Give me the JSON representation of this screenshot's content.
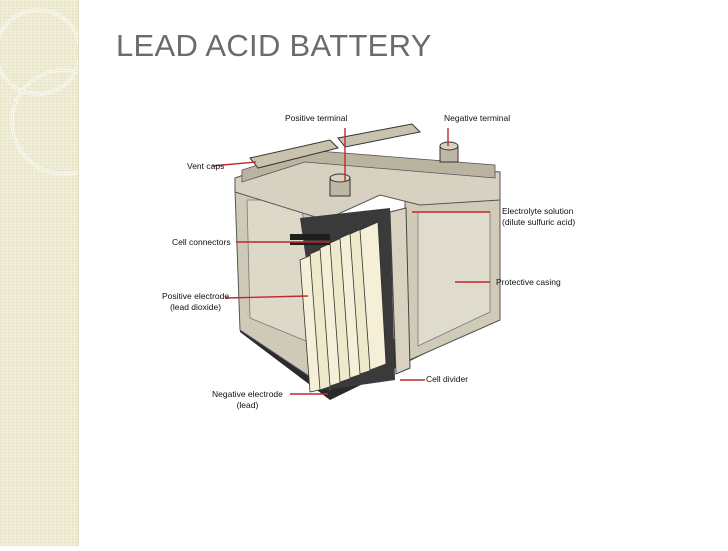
{
  "slide": {
    "title": "LEAD ACID BATTERY"
  },
  "diagram": {
    "labels": {
      "positive_terminal": "Positive terminal",
      "negative_terminal": "Negative terminal",
      "vent_caps": "Vent caps",
      "electrolyte_line1": "Electrolyte solution",
      "electrolyte_line2": "(dilute sulfuric acid)",
      "cell_connectors": "Cell connectors",
      "protective_casing": "Protective casing",
      "positive_electrode_line1": "Positive electrode",
      "positive_electrode_line2": "(lead dioxide)",
      "cell_divider": "Cell divider",
      "negative_electrode_line1": "Negative electrode",
      "negative_electrode_line2": "(lead)"
    },
    "colors": {
      "casing": "#d9d5c5",
      "casing_dark": "#a9a391",
      "plate": "#f4efd6",
      "base": "#2a2a2a",
      "leader": "#c0282d"
    }
  }
}
